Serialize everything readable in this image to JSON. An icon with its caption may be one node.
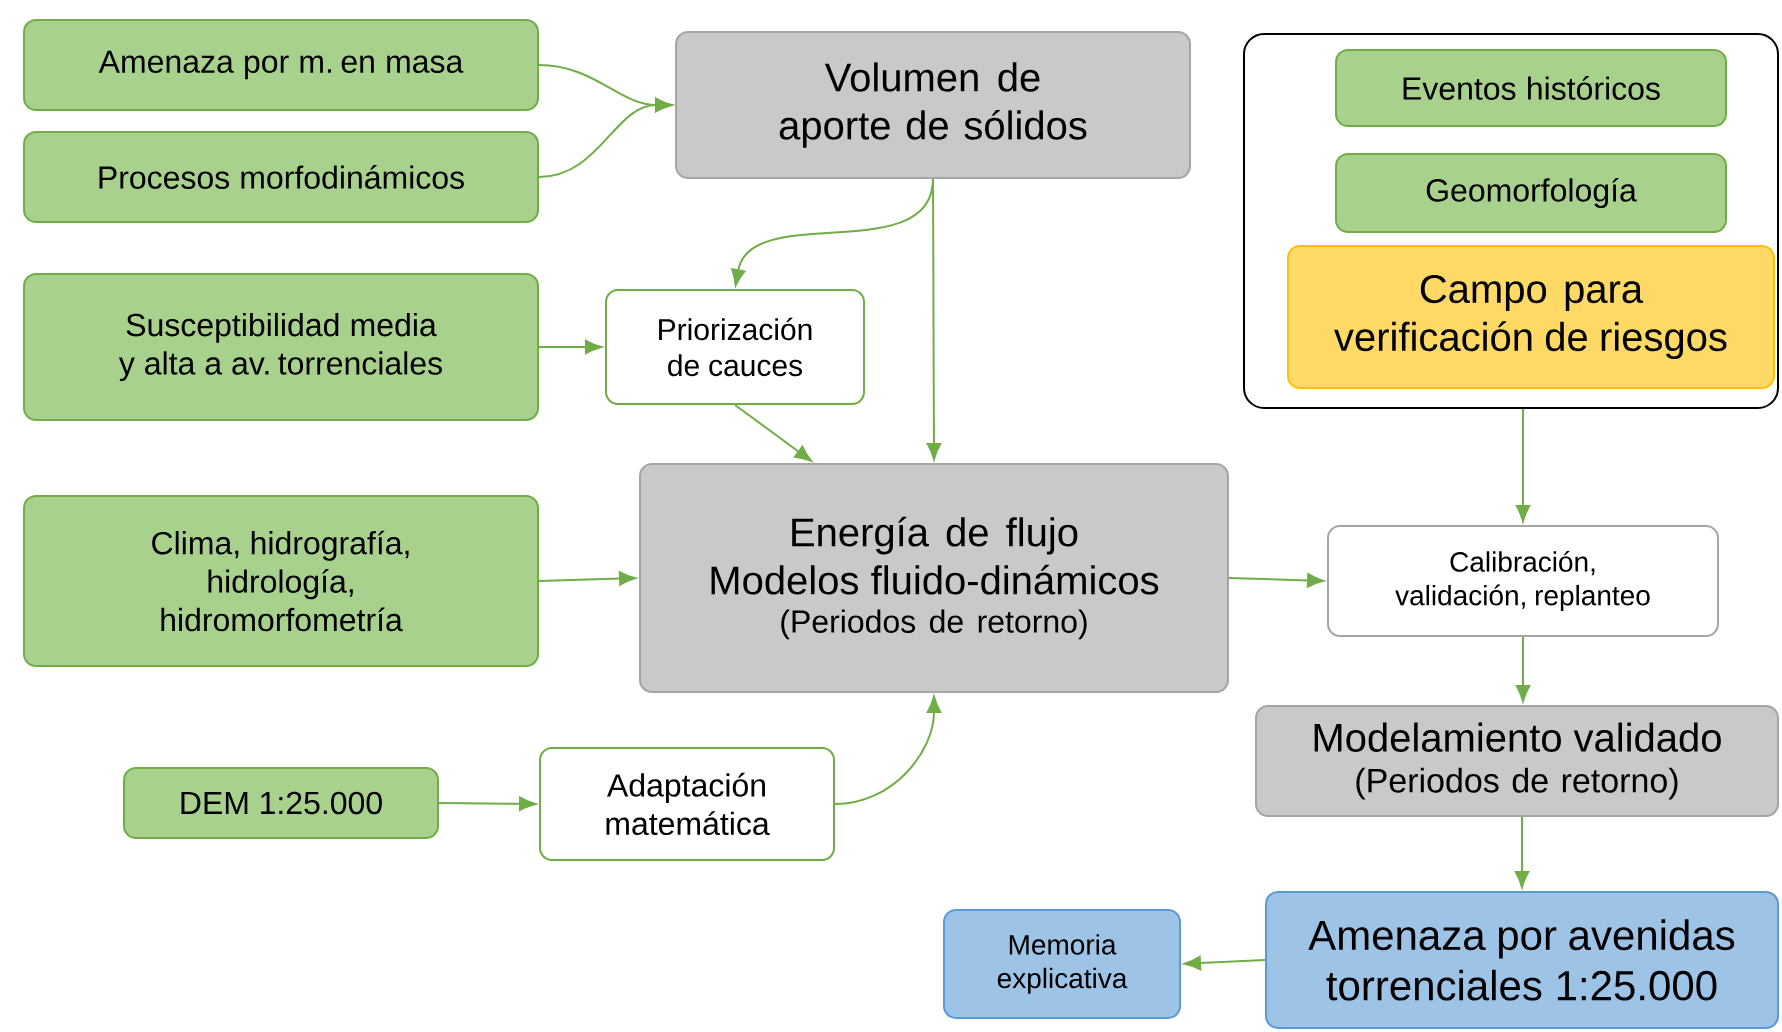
{
  "diagram": {
    "nodes": [
      {
        "text": [
          "Amenaza por m. en masa"
        ]
      },
      {
        "text": [
          "Procesos morfodinámicos"
        ]
      },
      {
        "text": [
          "Volumen de aporte de sólidos"
        ]
      },
      {
        "text": [
          "Susceptibilidad media y alta a av. torrenciales"
        ]
      },
      {
        "text": [
          "Priorización de cauces"
        ]
      },
      {
        "text": [
          "Energía de flujo",
          "Modelos fluido-dinámicos",
          "(Periodos de retorno)"
        ]
      },
      {
        "text": [
          "Clima, hidrografía, hidrología, hidromorfometría"
        ]
      },
      {
        "text": [
          "DEM 1:25.000"
        ]
      },
      {
        "text": [
          "Adaptación matemática"
        ]
      },
      {
        "text": [],
        "shape": "box"
      },
      {
        "text": [
          "Eventos históricos"
        ],
        "in": 9
      },
      {
        "text": [
          "Geomorfología"
        ],
        "in": 9
      },
      {
        "text": [
          "Campo para verificación de riesgos"
        ],
        "in": 9
      },
      {
        "text": [
          "Calibración, validación, replanteo"
        ]
      },
      {
        "text": [
          "Modelamiento validado",
          "(Periodos de retorno)"
        ]
      },
      {
        "text": [
          "Amenaza por avenidas torrenciales 1:25.000"
        ]
      },
      {
        "text": [
          "Memoria explicativa"
        ]
      }
    ],
    "edges": [
      {
        "from": 0,
        "to": 2,
        "arrow": "to"
      },
      {
        "from": 1,
        "to": 2,
        "arrow": "to"
      },
      {
        "from": 2,
        "to": 4,
        "arrow": "to"
      },
      {
        "from": 2,
        "to": 5,
        "arrow": "to"
      },
      {
        "from": 3,
        "to": 4,
        "arrow": "to"
      },
      {
        "from": 4,
        "to": 5,
        "arrow": "to"
      },
      {
        "from": 6,
        "to": 5,
        "arrow": "to"
      },
      {
        "from": 7,
        "to": 8,
        "arrow": "to"
      },
      {
        "from": 8,
        "to": 5,
        "arrow": "to"
      },
      {
        "from": 9,
        "to": 13,
        "arrow": "to"
      },
      {
        "from": 5,
        "to": 13,
        "arrow": "to"
      },
      {
        "from": 13,
        "to": 14,
        "arrow": "to"
      },
      {
        "from": 14,
        "to": 15,
        "arrow": "to"
      },
      {
        "from": 15,
        "to": 16,
        "arrow": "to"
      }
    ]
  }
}
